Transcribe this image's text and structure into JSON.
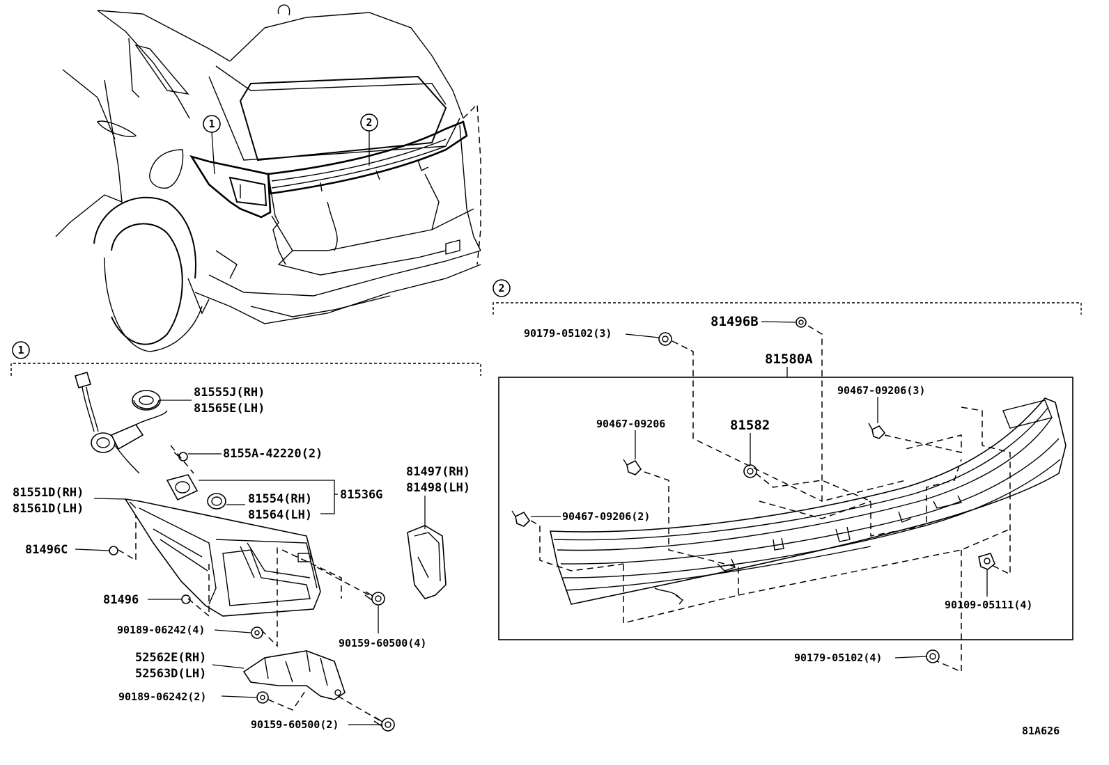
{
  "diagram_code": "81A626",
  "callouts": {
    "one": "1",
    "two": "2"
  },
  "section1": {
    "labels": {
      "socket_rh": "81555J(RH)",
      "socket_lh": "81565E(LH)",
      "screw_8155a": "8155A-42220(2)",
      "lamp_rh": "81551D(RH)",
      "lamp_lh": "81561D(LH)",
      "bulb_rh": "81554(RH)",
      "bulb_lh": "81564(LH)",
      "assy_81536g": "81536G",
      "reflector_rh": "81497(RH)",
      "reflector_lh": "81498(LH)",
      "clip_81496c": "81496C",
      "clip_81496": "81496",
      "nut_90189_4": "90189-06242(4)",
      "screw_90159_4": "90159-60500(4)",
      "bracket_rh": "52562E(RH)",
      "bracket_lh": "52563D(LH)",
      "nut_90189_2": "90189-06242(2)",
      "screw_90159_2": "90159-60500(2)"
    }
  },
  "section2": {
    "labels": {
      "clip_90179_3": "90179-05102(3)",
      "clip_81496b": "81496B",
      "garnish_81580a": "81580A",
      "rivet_90467_3": "90467-09206(3)",
      "rivet_90467": "90467-09206",
      "seal_81582": "81582",
      "rivet_90467_2": "90467-09206(2)",
      "clip_90109_4": "90109-05111(4)",
      "clip_90179_4": "90179-05102(4)"
    }
  },
  "icons": [
    "tail-lamp-icon",
    "bolt-icon",
    "clip-icon",
    "socket-icon",
    "bulb-icon",
    "bracket-icon",
    "garnish-icon",
    "vehicle-icon"
  ]
}
